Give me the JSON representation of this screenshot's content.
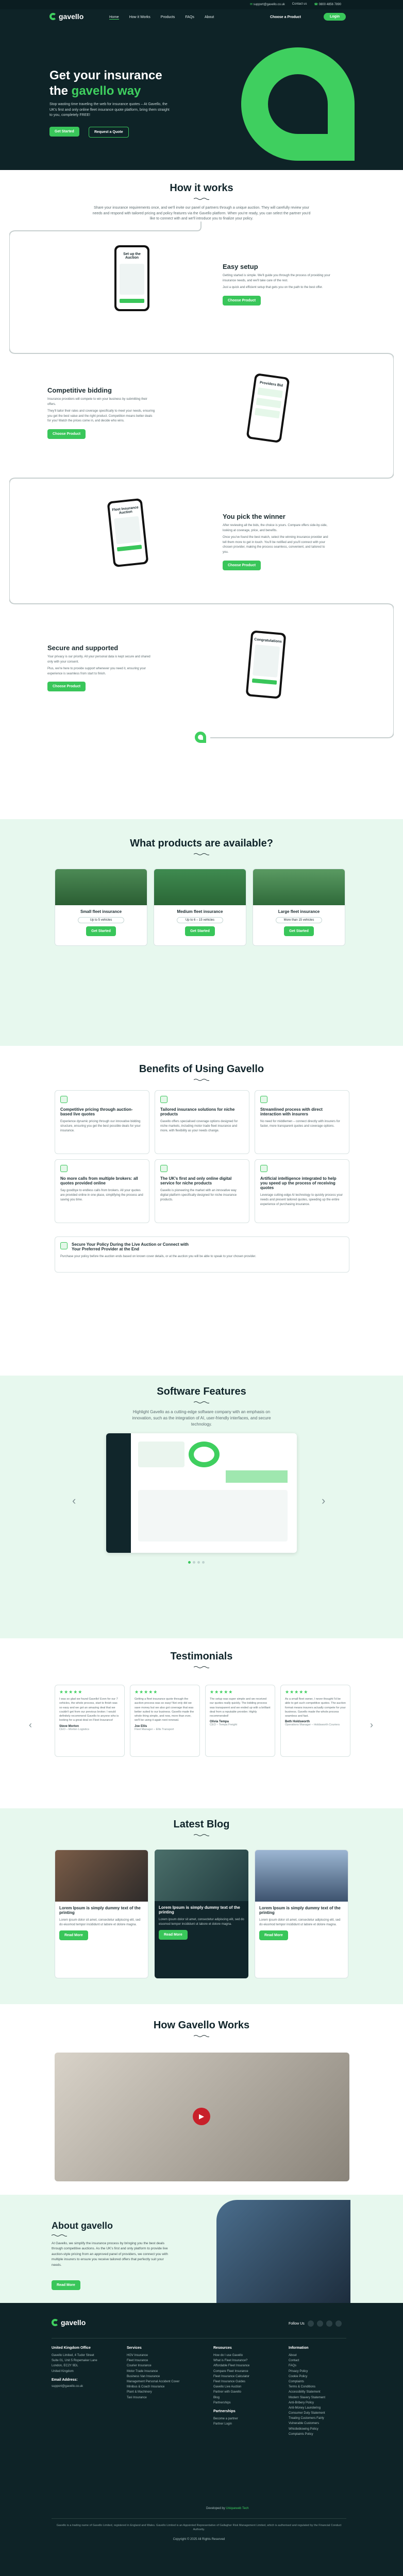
{
  "nav": {
    "logo": "gavello",
    "email": "support@gavello.co.uk",
    "contact": "Contact us",
    "phone": "0800 4856 7890",
    "links": [
      "Home",
      "How it Works",
      "Products",
      "FAQs",
      "About"
    ],
    "choose": "Choose a Product",
    "login": "Login"
  },
  "hero": {
    "title_line1": "Get your insurance",
    "title_line2_plain": "the ",
    "title_line2_accent": "gavello way",
    "body": "Stop wasting time traveling the web for insurance quotes – At Gavello, the UK's first and only online fleet insurance quote platform, bring them straight to you, completely FREE!",
    "primary_cta": "Get Started",
    "secondary_cta": "Request a Quote"
  },
  "how": {
    "title": "How it works",
    "intro": "Share your insurance requirements once, and we'll invite our panel of partners through a unique auction. They will carefully review your needs and respond with tailored pricing and policy features via the Gavello platform. When you're ready, you can select the partner you'd like to connect with and we'll introduce you to finalize your policy.",
    "steps": [
      {
        "title": "Easy setup",
        "body": "Getting started is simple. We'll guide you through the process of providing your insurance needs, and we'll take care of the rest.",
        "body2": "Just a quick and efficient setup that gets you on the path to the best offer.",
        "cta": "Choose Product",
        "phone_title": "Set up the Auction"
      },
      {
        "title": "Competitive bidding",
        "body": "Insurance providers will compete to win your business by submitting their offers.",
        "body2": "They'll tailor their rates and coverage specifically to meet your needs, ensuring you get the best value and the right product. Competition means better deals for you! Watch the prices come in, and decide who wins.",
        "cta": "Choose Product",
        "phone_title": "Providers Bid"
      },
      {
        "title": "You pick the winner",
        "body": "After reviewing all the bids, the choice is yours. Compare offers side-by-side, looking at coverage, price, and benefits.",
        "body2": "Once you've found the best match, select the winning insurance provider and tell them more to get in touch. You'll be notified and you'll connect with your chosen provider, making the process seamless, convenient, and tailored to you.",
        "cta": "Choose Product",
        "phone_title": "Fleet Insurance Auction"
      },
      {
        "title": "Secure and supported",
        "body": "Your privacy is our priority. All your personal data is kept secure and shared only with your consent.",
        "body2": "Plus, we're here to provide support whenever you need it, ensuring your experience is seamless from start to finish.",
        "cta": "Choose Product",
        "phone_title": "Congratulations"
      }
    ]
  },
  "products": {
    "title": "What products are available?",
    "items": [
      {
        "name": "Small fleet insurance",
        "range": "Up to 5 vehicles",
        "cta": "Get Started"
      },
      {
        "name": "Medium fleet insurance",
        "range": "Up to 6 – 15 vehicles",
        "cta": "Get Started"
      },
      {
        "name": "Large fleet insurance",
        "range": "More than 15 vehicles",
        "cta": "Get Started"
      }
    ]
  },
  "benefits": {
    "title": "Benefits of Using Gavello",
    "items": [
      {
        "title": "Competitive pricing through auction-based live quotes",
        "body": "Experience dynamic pricing through our innovative bidding structure, ensuring you get the best possible deals for your insurance."
      },
      {
        "title": "Tailored insurance solutions for niche products",
        "body": "Gavello offers specialised coverage options designed for niche markets, including motor trade fleet insurance and more, with flexibility as your needs change."
      },
      {
        "title": "Streamlined process with direct interaction with insurers",
        "body": "No need for middlemen – connect directly with insurers for faster, more transparent quotes and coverage options."
      },
      {
        "title": "No more calls from multiple brokers: all quotes provided online",
        "body": "Say goodbye to endless calls from brokers. All your quotes are provided online in one place, simplifying the process and saving you time."
      },
      {
        "title": "The UK's first and only online digital service for niche products",
        "body": "Gavello is pioneering the market with an innovative way digital platform specifically designed for niche insurance products."
      },
      {
        "title": "Artificial intelligence integrated to help you speed up the process of receiving quotes",
        "body": "Leverage cutting-edge AI technology to quickly process your needs and present tailored quotes, speeding up the entire experience of purchasing insurance."
      },
      {
        "title": "Secure Your Policy During the Live Auction or Connect with Your Preferred Provider at the End",
        "body": "Purchase your policy before the auction ends based on known cover details, or at the auction you will be able to speak to your chosen provider."
      }
    ]
  },
  "software": {
    "title": "Software Features",
    "body": "Highlight Gavello as a cutting-edge software company with an emphasis on innovation, such as the integration of AI, user-friendly interfaces, and secure technology."
  },
  "testimonials": {
    "title": "Testimonials",
    "items": [
      {
        "text": "I was so glad we found Gavello! Even for our 7 vehicles, the whole process, start to finish was so easy and we got an amazing deal that we couldn't get from our previous broker. I would definitely recommend Gavello to anyone who is looking for a great deal on Fleet Insurance!",
        "name": "Steve Morton",
        "role": "CEO – Morton Logistics"
      },
      {
        "text": "Getting a fleet insurance quote through the auction process was so easy! Not only did we save money but we also got coverage that was better suited to our business. Gavello made the whole thing simple, and now, more than ever, we'll be using it again next renewal.",
        "name": "Joe Ellis",
        "role": "Fleet Manager – Ellis Transport"
      },
      {
        "text": "The setup was super simple and we received our quotes really quickly. The bidding process was transparent and we ended up with a brilliant deal from a reputable provider. Highly recommended!",
        "name": "Olivia Tempa",
        "role": "CEO – Tempa Freight"
      },
      {
        "text": "As a small fleet owner, I never thought I'd be able to get such competitive quotes. The auction format means insurers actually compete for your business. Gavello made the whole process seamless and fast.",
        "name": "Beth Holdsworth",
        "role": "Operations Manager – Holdsworth Couriers"
      }
    ]
  },
  "blog": {
    "title": "Latest Blog",
    "items": [
      {
        "title": "Lorem Ipsum is simply dummy text of the printing",
        "body": "Lorem ipsum dolor sit amet, consectetur adipiscing elit, sed do eiusmod tempor incididunt ut labore et dolore magna.",
        "cta": "Read More"
      },
      {
        "title": "Lorem Ipsum is simply dummy text of the printing",
        "body": "Lorem ipsum dolor sit amet, consectetur adipiscing elit, sed do eiusmod tempor incididunt ut labore et dolore magna.",
        "cta": "Read More"
      },
      {
        "title": "Lorem Ipsum is simply dummy text of the printing",
        "body": "Lorem ipsum dolor sit amet, consectetur adipiscing elit, sed do eiusmod tempor incididunt ut labore et dolore magna.",
        "cta": "Read More"
      }
    ]
  },
  "video": {
    "title": "How Gavello Works"
  },
  "about": {
    "title": "About gavello",
    "body": "At Gavello, we simplify the insurance process by bringing you the best deals through competitive auctions. As the UK's first and only platform to provide live auction-style pricing from an approved panel of providers, we connect you with multiple insurers to ensure you receive tailored offers that perfectly suit your needs.",
    "cta": "Read More"
  },
  "footer": {
    "logo": "gavello",
    "follow": "Follow Us",
    "office_title": "United Kingdom Office",
    "office_lines": [
      "Gavello Limited, 4 Tudor Street",
      "Suite 01, Unit 5 Ropemaker Lane",
      "London, EC2Y 9DL",
      "United Kingdom"
    ],
    "email_label": "Email Address:",
    "email": "support@gavello.co.uk",
    "cols": [
      {
        "title": "Services",
        "items": [
          "HGV Insurance",
          "Fleet Insurance",
          "Courier Insurance",
          "Motor Trade Insurance",
          "Business Van Insurance",
          "Management Personal Accident Cover",
          "Minibus & Coach Insurance",
          "Plant & Machinery",
          "Taxi Insurance"
        ]
      },
      {
        "title": "Resources",
        "items": [
          "How do I use Gavello",
          "What is Fleet Insurance?",
          "Affordable Fleet Insurance",
          "Compare Fleet Insurance",
          "Fleet Insurance Calculator",
          "Fleet Insurance Guides",
          "Gavello Live Auction",
          "Partner with Gavello",
          "Blog",
          "Partnerships"
        ]
      },
      {
        "title": "Partnerships",
        "items": [
          "Become a partner",
          "Partner Login"
        ]
      },
      {
        "title": "Information",
        "items": [
          "About",
          "Contact",
          "FAQs",
          "Privacy Policy",
          "Cookie Policy",
          "Complaints",
          "Terms & Conditions",
          "Accessibility Statement",
          "Modern Slavery Statement",
          "Anti-Bribery Policy",
          "Anti-Money Laundering",
          "Consumer Duty Statement",
          "Treating Customers Fairly",
          "Vulnerable Customers",
          "Whistleblowing Policy",
          "Complaints Policy"
        ]
      }
    ],
    "legal": "Gavello is a trading name of Gavello Limited, registered in England and Wales. Gavello Limited is an Appointed Representative of Gallagher Risk Management Limited, which is authorised and regulated by the Financial Conduct Authority.",
    "copyright": "Copyright © 2025 All Rights Reserved",
    "credit_prefix": "Developed by ",
    "credit_name": "Uniqueweb Tech"
  }
}
